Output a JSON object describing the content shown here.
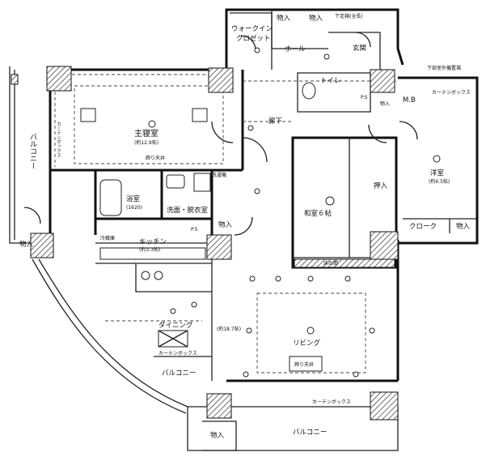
{
  "rooms": {
    "master_bedroom": "主寝室",
    "master_bedroom_size": "(約12.9帖)",
    "master_ceiling": "飾り天井",
    "bathroom": "浴室",
    "bathroom_size": "(1620)",
    "washroom": "洗面・脱衣室",
    "kitchen": "キッチン",
    "kitchen_size": "(約3.3帖)",
    "dining": "ダイニング",
    "ldk_size": "(約18.7帖)",
    "living": "リビング",
    "living_ceiling": "飾り天井",
    "washitsu": "和室６帖",
    "western": "洋室",
    "western_size": "(約6.5帖)",
    "corridor": "廊下",
    "hall": "ホール",
    "entrance": "玄関",
    "toilet": "トイレ",
    "walkin_1": "ウォークイン",
    "walkin_2": "クロゼット",
    "balcony_left": "バルコニー",
    "balcony_dining": "バルコニー",
    "balcony_bottom": "バルコニー",
    "storage": "物入",
    "oshiire": "押入",
    "cloak": "クローク",
    "mb": "M.B",
    "ps": "P.S",
    "shoe_box": "下足箱(全長)",
    "curtain_box": "カーテンボックス",
    "tokonoma": "床の間",
    "washer": "洗濯機",
    "wall_ceiling_note": "下部室外機置場",
    "fridge": "冷蔵庫"
  },
  "icons": [
    "door-swing-icon",
    "light-fixture-icon",
    "pillar-hatch-icon"
  ]
}
